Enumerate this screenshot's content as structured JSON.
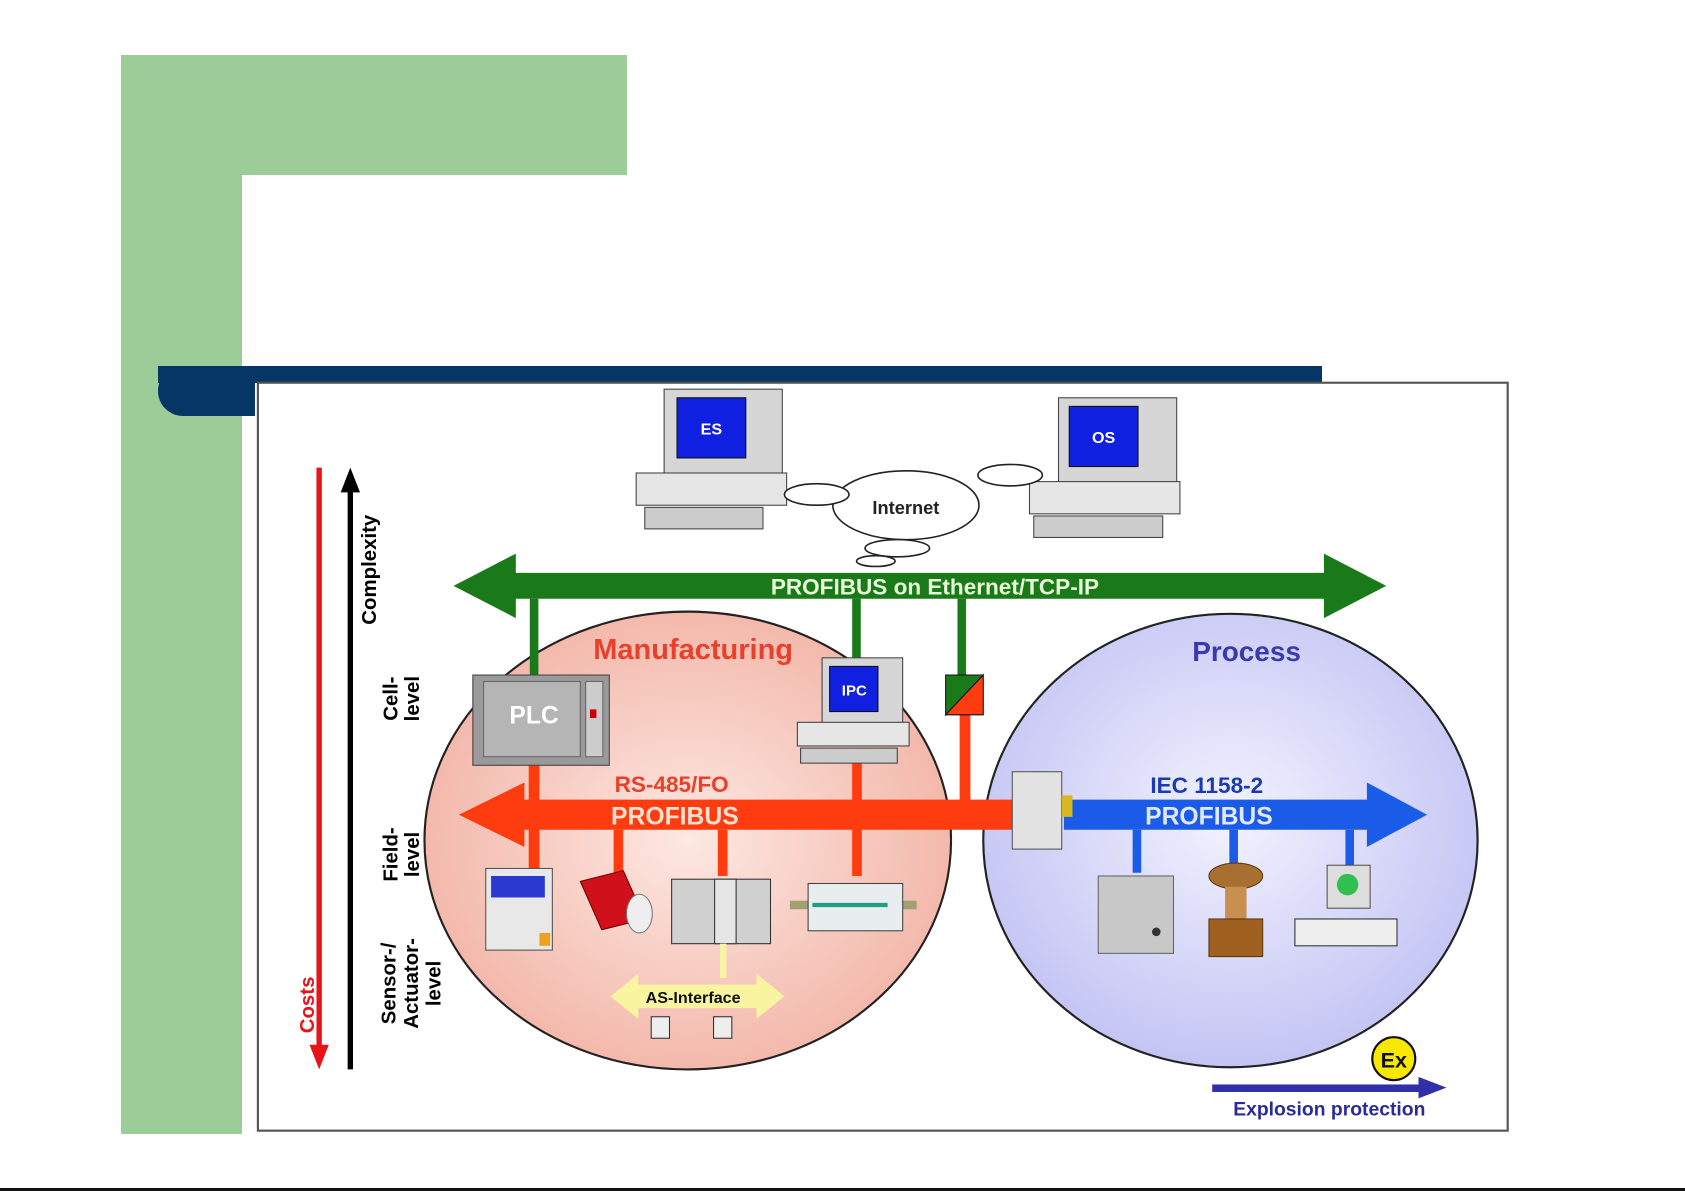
{
  "slide": {
    "colors": {
      "green_panel": "#9ccc98",
      "navy_bar": "#063666"
    }
  },
  "diagram": {
    "axes": {
      "costs": "Costs",
      "complexity": "Complexity",
      "levels": {
        "cell": [
          "Cell-",
          "level"
        ],
        "field": [
          "Field-",
          "level"
        ],
        "sensor": [
          "Sensor-/",
          "Actuator-",
          "level"
        ]
      }
    },
    "computers": {
      "es": "ES",
      "os": "OS",
      "ipc": "IPC",
      "plc": "PLC"
    },
    "cloud": "Internet",
    "ethernet_bus": {
      "label": "PROFIBUS on Ethernet/TCP-IP",
      "color": "#1a7a1a"
    },
    "manufacturing": {
      "title": "Manufacturing",
      "bus_sub": "RS-485/FO",
      "bus_label": "PROFIBUS",
      "color": "#ff3b10"
    },
    "process": {
      "title": "Process",
      "bus_sub": "IEC 1158-2",
      "bus_label": "PROFIBUS",
      "color": "#1a5ce8"
    },
    "as_interface": "AS-Interface",
    "explosion": {
      "symbol": "Ex",
      "label": "Explosion protection"
    }
  }
}
